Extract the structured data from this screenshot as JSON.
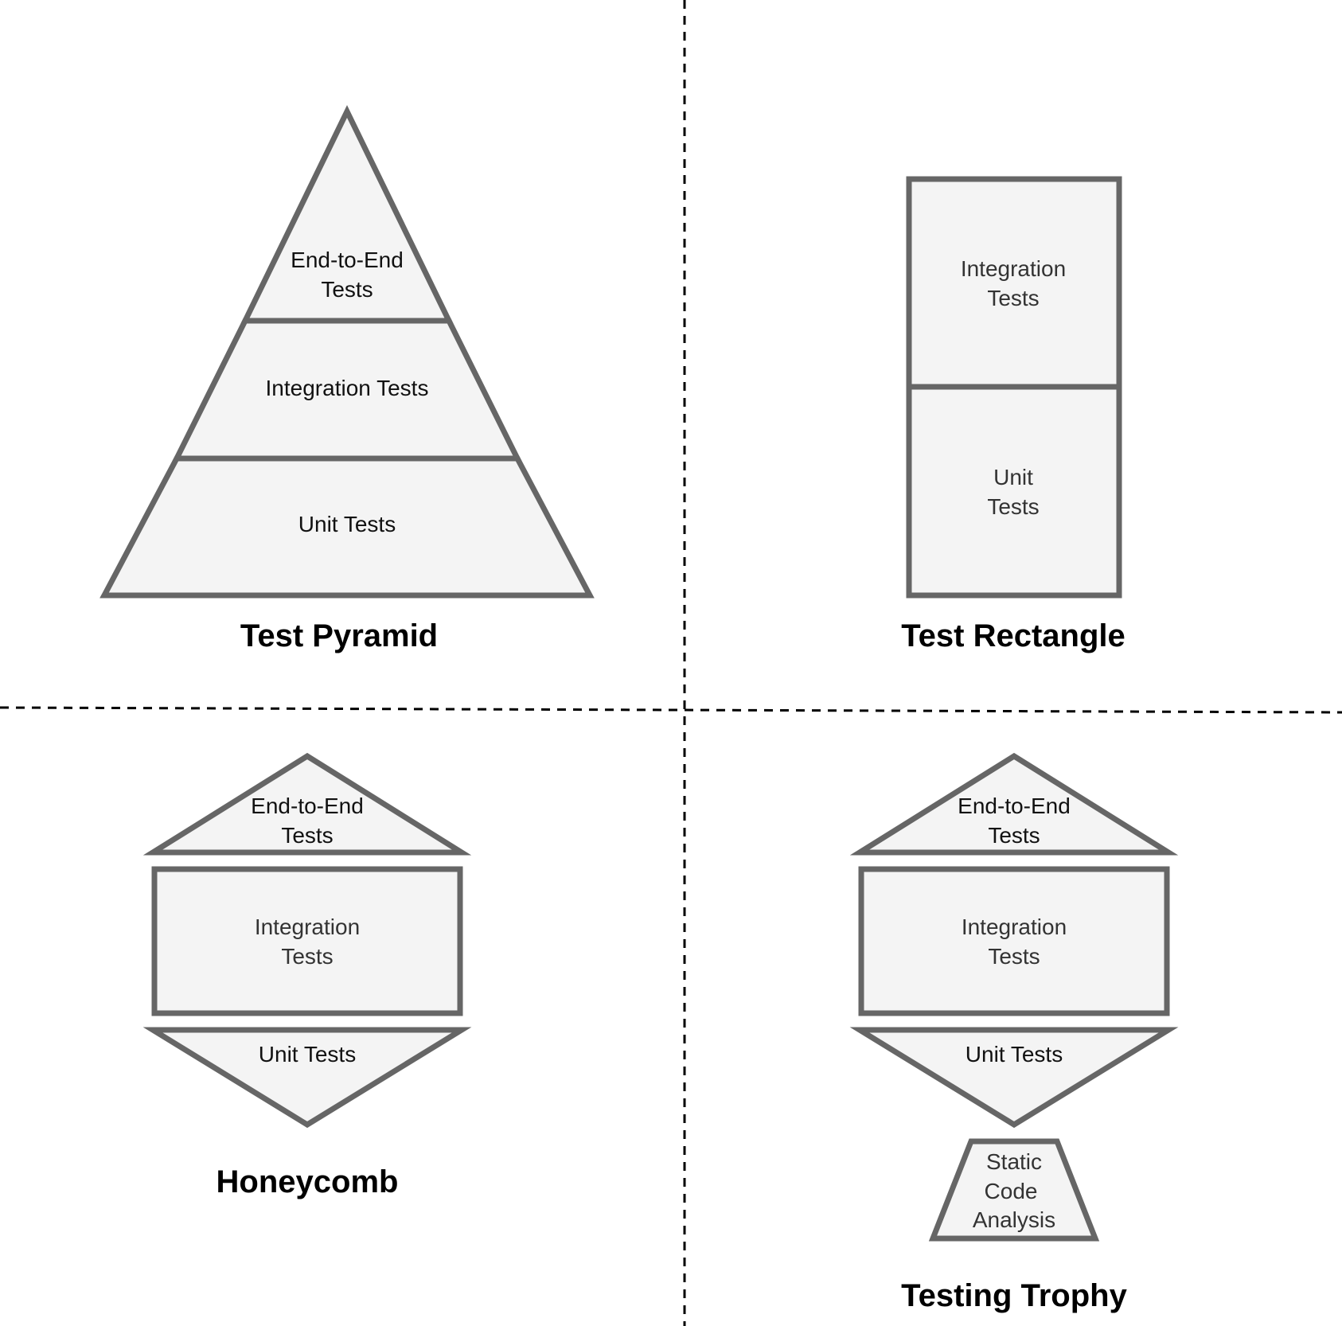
{
  "colors": {
    "shape_fill": "#f4f4f4",
    "shape_stroke": "#666666",
    "divider": "#000000",
    "text": "#111111"
  },
  "pyramid": {
    "title": "Test Pyramid",
    "e2e": {
      "line1": "End-to-End",
      "line2": "Tests"
    },
    "integration": "Integration Tests",
    "unit": "Unit Tests"
  },
  "rectangle": {
    "title": "Test Rectangle",
    "integration": {
      "line1": "Integration",
      "line2": "Tests"
    },
    "unit": {
      "line1": "Unit",
      "line2": "Tests"
    }
  },
  "honeycomb": {
    "title": "Honeycomb",
    "e2e": {
      "line1": "End-to-End",
      "line2": "Tests"
    },
    "integration": {
      "line1": "Integration",
      "line2": "Tests"
    },
    "unit": "Unit Tests"
  },
  "trophy": {
    "title": "Testing Trophy",
    "e2e": {
      "line1": "End-to-End",
      "line2": "Tests"
    },
    "integration": {
      "line1": "Integration",
      "line2": "Tests"
    },
    "unit": "Unit Tests",
    "static": {
      "line1": "Static",
      "line2": "Code",
      "line3": "Analysis"
    }
  }
}
